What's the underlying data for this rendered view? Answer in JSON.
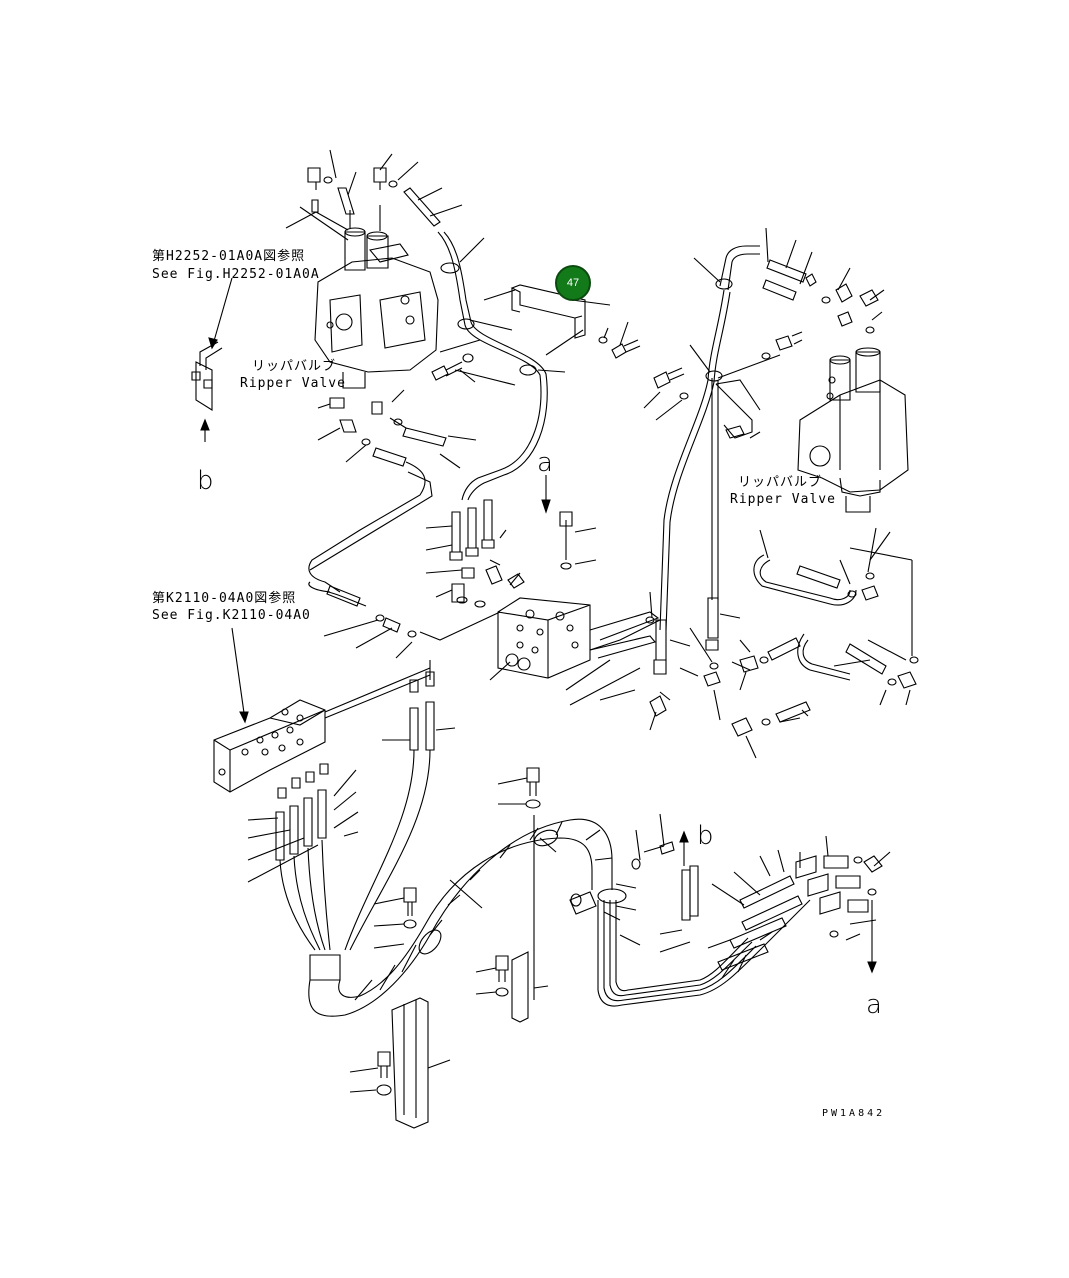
{
  "diagram": {
    "refs": {
      "ref1_jp": "第H2252-01A0A図参照",
      "ref1_en": "See Fig.H2252-01A0A",
      "ref2_jp": "第K2110-04A0図参照",
      "ref2_en": "See Fig.K2110-04A0"
    },
    "valve_left": {
      "jp": "リッパバルブ",
      "en": "Ripper Valve"
    },
    "valve_right": {
      "jp": "リッパバルブ",
      "en": "Ripper Valve"
    },
    "flow_letters": {
      "a_top": "a",
      "a_bottom": "a",
      "b_left": "b",
      "b_mid": "b"
    },
    "callout_number": "47",
    "drawing_code": "PW1A842",
    "colors": {
      "callout_fill": "#137a19",
      "line": "#000000"
    }
  }
}
